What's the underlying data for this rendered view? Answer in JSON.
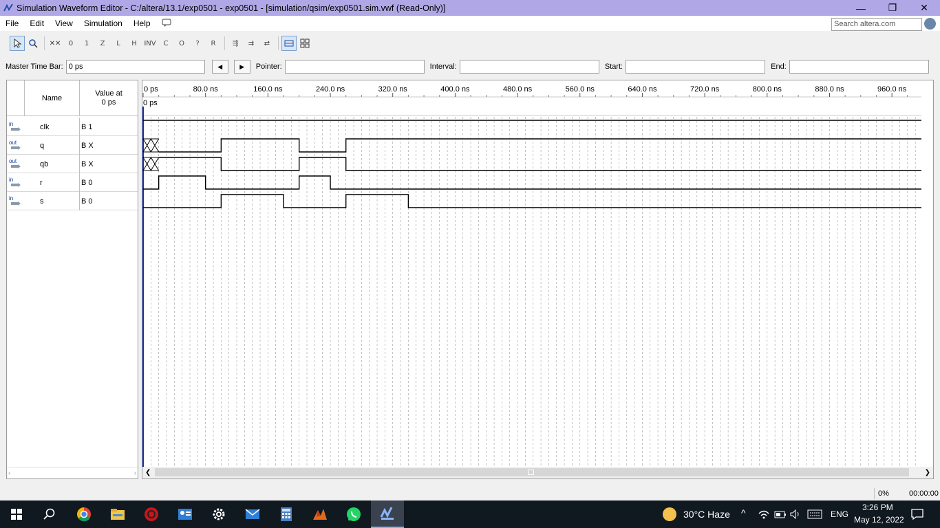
{
  "window": {
    "title": "Simulation Waveform Editor - C:/altera/13.1/exp0501 - exp0501 - [simulation/qsim/exp0501.sim.vwf (Read-Only)]",
    "minimize": "—",
    "restore": "❐",
    "close": "✕"
  },
  "menu": {
    "items": [
      {
        "label": "File"
      },
      {
        "label": "Edit"
      },
      {
        "label": "View"
      },
      {
        "label": "Simulation"
      },
      {
        "label": "Help"
      }
    ],
    "search_placeholder": "Search altera.com"
  },
  "toolbar": {
    "tools": [
      "select",
      "zoom",
      "X",
      "0",
      "1",
      "Z",
      "L",
      "H",
      "INV",
      "C",
      "O",
      "?",
      "R",
      "count-value",
      "clock",
      "arbitrary",
      "snap",
      "grid"
    ]
  },
  "timebar": {
    "master_label": "Master Time Bar:",
    "master_value": "0 ps",
    "pointer_label": "Pointer:",
    "pointer_value": "",
    "interval_label": "Interval:",
    "interval_value": "",
    "start_label": "Start:",
    "start_value": "",
    "end_label": "End:",
    "end_value": ""
  },
  "signals_header": {
    "name": "Name",
    "value_line1": "Value at",
    "value_line2": "0 ps"
  },
  "signals": [
    {
      "dir": "in",
      "name": "clk",
      "value": "B 1"
    },
    {
      "dir": "out",
      "name": "q",
      "value": "B X"
    },
    {
      "dir": "out",
      "name": "qb",
      "value": "B X"
    },
    {
      "dir": "in",
      "name": "r",
      "value": "B 0"
    },
    {
      "dir": "in",
      "name": "s",
      "value": "B 0"
    }
  ],
  "timeline": {
    "ticks": [
      "0 ps",
      "80.0 ns",
      "160.0 ns",
      "240.0 ns",
      "320.0 ns",
      "400.0 ns",
      "480.0 ns",
      "560.0 ns",
      "640.0 ns",
      "720.0 ns",
      "800.0 ns",
      "880.0 ns",
      "960.0 ns"
    ],
    "cursor_label": "0 ps"
  },
  "waveforms": {
    "unit": "ns",
    "end": 1000,
    "clk": [
      [
        0,
        1000,
        1
      ]
    ],
    "q": [
      [
        0,
        20,
        "X"
      ],
      [
        20,
        100,
        0
      ],
      [
        100,
        200,
        1
      ],
      [
        200,
        260,
        0
      ],
      [
        260,
        1000,
        1
      ]
    ],
    "qb": [
      [
        0,
        20,
        "X"
      ],
      [
        20,
        100,
        1
      ],
      [
        100,
        200,
        0
      ],
      [
        200,
        260,
        1
      ],
      [
        260,
        1000,
        0
      ]
    ],
    "r": [
      [
        0,
        20,
        0
      ],
      [
        20,
        80,
        1
      ],
      [
        80,
        200,
        0
      ],
      [
        200,
        240,
        1
      ],
      [
        240,
        1000,
        0
      ]
    ],
    "s": [
      [
        0,
        100,
        0
      ],
      [
        100,
        180,
        1
      ],
      [
        180,
        260,
        0
      ],
      [
        260,
        340,
        1
      ],
      [
        340,
        1000,
        0
      ]
    ]
  },
  "status": {
    "percent": "0%",
    "elapsed": "00:00:00"
  },
  "taskbar": {
    "weather": "30°C  Haze",
    "lang": "ENG",
    "time": "3:26 PM",
    "date": "May 12, 2022"
  }
}
